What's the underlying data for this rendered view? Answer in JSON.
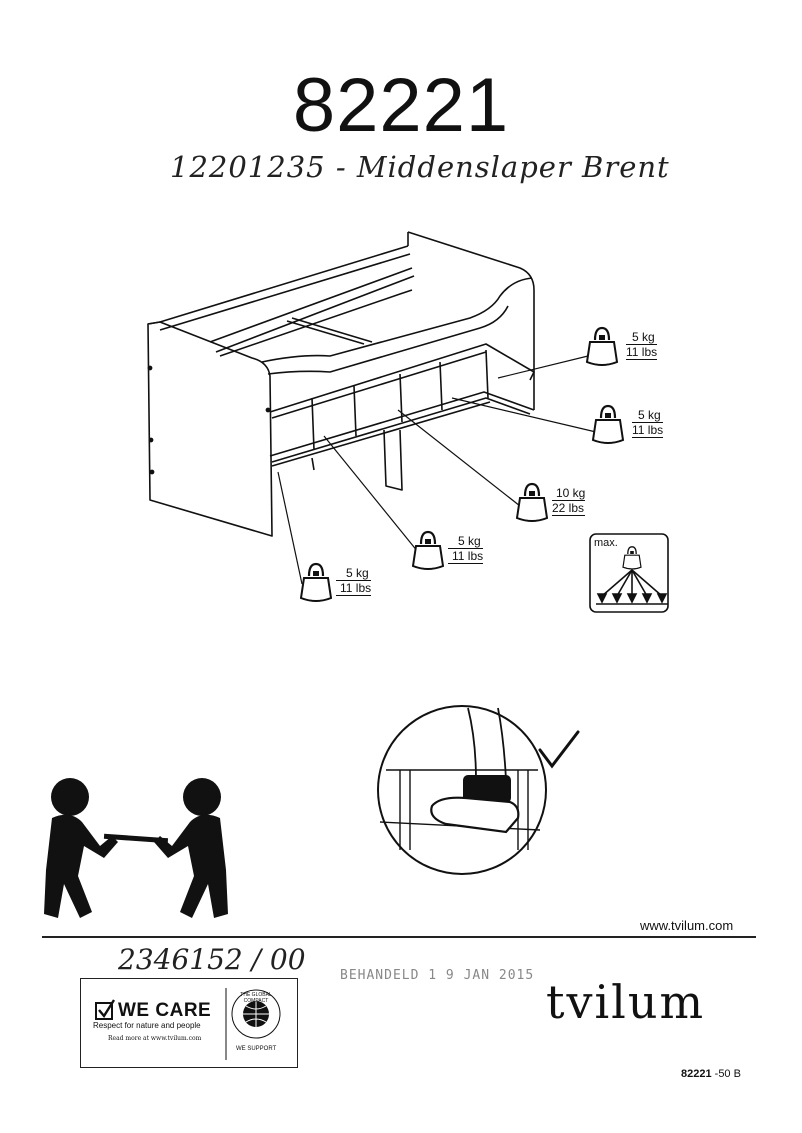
{
  "header": {
    "model_number": "82221",
    "handwritten_subtitle": "12201235 - Middenslaper Brent"
  },
  "weight_limits": [
    {
      "kg": "5 kg",
      "lbs": "11 lbs"
    },
    {
      "kg": "5 kg",
      "lbs": "11 lbs"
    },
    {
      "kg": "10 kg",
      "lbs": "22 lbs"
    },
    {
      "kg": "5 kg",
      "lbs": "11 lbs"
    },
    {
      "kg": "5 kg",
      "lbs": "11 lbs"
    }
  ],
  "max_load_label": "max.",
  "footer": {
    "website": "www.tvilum.com",
    "order_number": "2346152 / 00",
    "received_stamp": "BEHANDELD 1 9 JAN 2015",
    "brand": "tvilum",
    "doc_code": "82221",
    "doc_revision": "-50 B"
  },
  "certification": {
    "we_care_title": "WE CARE",
    "we_care_tagline": "Respect for nature and people",
    "we_care_link": "Read more at www.tvilum.com",
    "global_compact_ring": "THE GLOBAL COMPACT",
    "global_compact_support": "WE SUPPORT"
  },
  "icons": {
    "weight": "weight-icon",
    "max_load": "max-load-icon",
    "two_person_lift": "two-person-lift-icon",
    "check": "checkmark-icon"
  }
}
